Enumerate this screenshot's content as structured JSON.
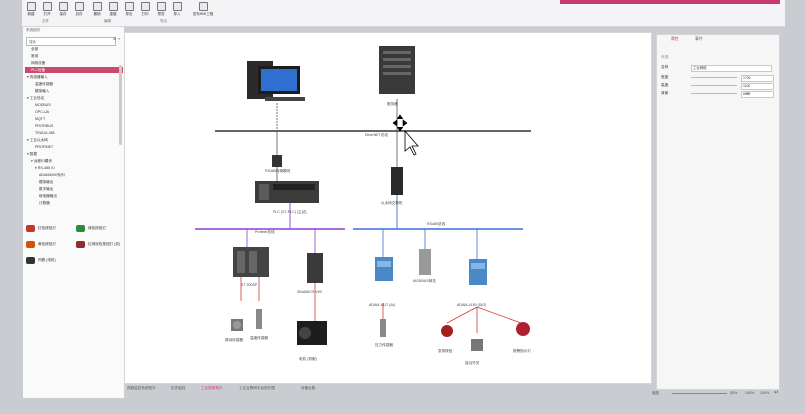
{
  "ribbon": {
    "buttons": [
      "新建",
      "打开",
      "保存",
      "另存",
      "撤销",
      "重做",
      "导出",
      "打印",
      "预览",
      "导入",
      "发布HMI工程"
    ],
    "groups": [
      "文件",
      "编辑",
      "导出"
    ]
  },
  "left": {
    "header": "系统组件",
    "search_placeholder": "搜索",
    "tree": [
      {
        "label": "全部",
        "indent": 1,
        "sel": false
      },
      {
        "label": "常用",
        "indent": 1,
        "sel": false
      },
      {
        "label": "网络设备",
        "indent": 1,
        "sel": false
      },
      {
        "label": "PLC设备",
        "indent": 1,
        "sel": true
      },
      {
        "label": "▾ 传感器输入",
        "indent": 0,
        "sel": false
      },
      {
        "label": "温度传感器",
        "indent": 2,
        "sel": false
      },
      {
        "label": "模拟输入",
        "indent": 2,
        "sel": false
      },
      {
        "label": "▾ 工业协议",
        "indent": 0,
        "sel": false
      },
      {
        "label": "MODBUS",
        "indent": 2,
        "sel": false
      },
      {
        "label": "OPC-UA",
        "indent": 2,
        "sel": false
      },
      {
        "label": "MQTT",
        "indent": 2,
        "sel": false
      },
      {
        "label": "PROFIBUS",
        "indent": 2,
        "sel": false
      },
      {
        "label": "TRUDA-485",
        "indent": 2,
        "sel": false
      },
      {
        "label": "▾ 工业以太网",
        "indent": 0,
        "sel": false
      },
      {
        "label": "PROFINET",
        "indent": 2,
        "sel": false
      },
      {
        "label": "▾ 数据",
        "indent": 0,
        "sel": false
      },
      {
        "label": "▾ 远程IO模块",
        "indent": 1,
        "sel": false
      },
      {
        "label": "▾ RS-485 IO",
        "indent": 2,
        "sel": false
      },
      {
        "label": "ADAM4000系列",
        "indent": 3,
        "sel": false
      },
      {
        "label": "模拟输出",
        "indent": 3,
        "sel": false
      },
      {
        "label": "数字输出",
        "indent": 3,
        "sel": false
      },
      {
        "label": "继电器输出",
        "indent": 3,
        "sel": false
      },
      {
        "label": "计数器",
        "indent": 3,
        "sel": false
      }
    ],
    "palette": [
      {
        "label": "红色按钮灯",
        "color": "#c0392b"
      },
      {
        "label": "绿色按钮灯",
        "color": "#2e8b3e"
      },
      {
        "label": "黄色按钮灯",
        "color": "#d35400"
      },
      {
        "label": "红绿双色按钮灯 (双)",
        "color": "#8e2b2b"
      },
      {
        "label": "伺服 (电机)",
        "color": "#333333"
      }
    ]
  },
  "canvas": {
    "workstation_label": "",
    "server_label": "服务器",
    "ethernet_label": "EtherNET总线",
    "converter_label": "RS485转换模块",
    "plc_label": "PLC (S7-PLC) (主站)",
    "switch_label": "以太网交换机",
    "profinet_label": "Profinet总线",
    "rs485_label": "RS485总线",
    "io1_label": "ET 200SP",
    "io2_label": "SINAMICS V90",
    "adam1_label": "ADAM-4117 (AI)",
    "modbus_label": "MODBUS网关",
    "adam2_label": "ADAM-4150 (DIO)",
    "dev_vib": "振动传感器",
    "dev_temp": "温度传感器",
    "dev_motor": "电机 (伺服)",
    "dev_pressure": "压力传感器",
    "dev_estop": "急停按钮",
    "dev_proximity": "接近开关",
    "dev_lamp": "报警指示灯"
  },
  "right": {
    "tabs": [
      "属性",
      "事件"
    ],
    "section": "外观",
    "name_key": "名称",
    "name_value": "工业网络",
    "rows": [
      {
        "k": "宽度",
        "v": "1700"
      },
      {
        "k": "高度",
        "v": "1100"
      },
      {
        "k": "背景",
        "v": "#ffffff"
      }
    ]
  },
  "bottom_tabs": [
    "视频监控系统拓扑",
    "历史曲线",
    "工业现场拓扑",
    "工业互联网平台拓扑图",
    "设备台账"
  ],
  "status": {
    "zoom_label": "缩放",
    "zoom_min": "50%",
    "zoom_max": "100%",
    "zoom_pct": "100%"
  },
  "colors": {
    "accent": "#c83a6e",
    "profinet": "#8a3fd1",
    "rs485": "#3b6fd6",
    "io_red": "#d13a3a"
  }
}
